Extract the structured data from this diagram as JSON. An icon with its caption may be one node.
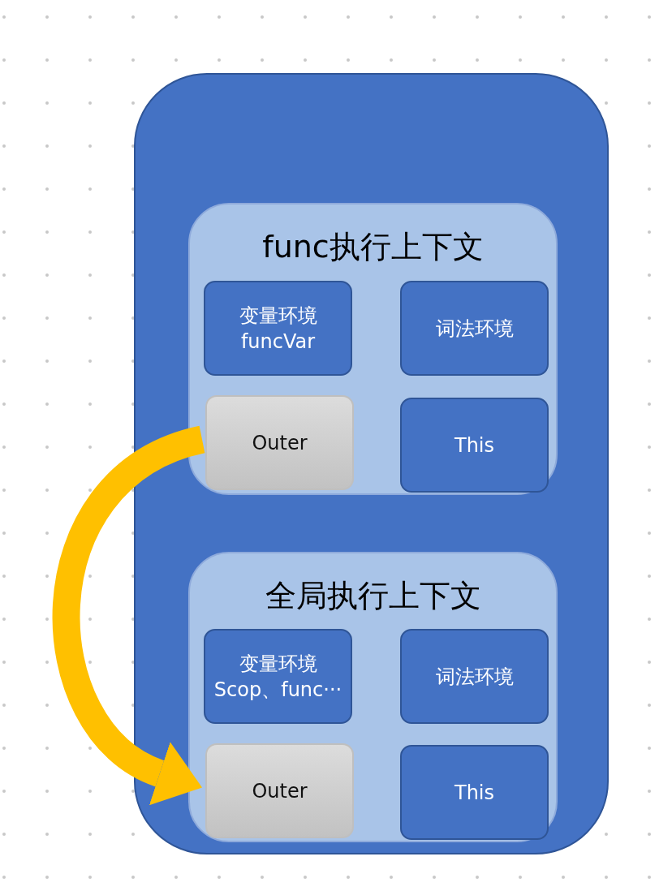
{
  "diagram": {
    "nodes": [
      {
        "text": [],
        "shape": "box"
      },
      {
        "text": [
          "func执行上下文"
        ],
        "in": 0
      },
      {
        "text": [
          "变量环境 funcVar"
        ],
        "in": 1
      },
      {
        "text": [
          "词法环境"
        ],
        "in": 1
      },
      {
        "text": [
          "Outer"
        ],
        "in": 1
      },
      {
        "text": [
          "This"
        ],
        "in": 1
      },
      {
        "text": [
          "全局执行上下文"
        ],
        "in": 0
      },
      {
        "text": [
          "变量环境 Scop、func···"
        ],
        "in": 6
      },
      {
        "text": [
          "词法环境"
        ],
        "in": 6
      },
      {
        "text": [
          "Outer"
        ],
        "in": 6
      },
      {
        "text": [
          "This"
        ],
        "in": 6
      }
    ],
    "edges": [
      {
        "from": 4,
        "to": 9,
        "arrow": "to",
        "color": "#ffc000"
      }
    ]
  }
}
